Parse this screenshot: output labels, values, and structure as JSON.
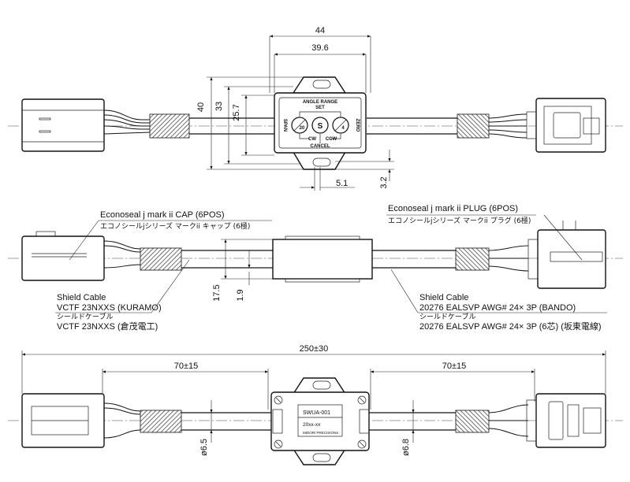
{
  "view1": {
    "dims": {
      "width_overall": "44",
      "width_inner": "39.6",
      "height_overall": "40",
      "height_mid": "33",
      "height_inner": "25.7",
      "hole_offset": "5.1",
      "flange": "3.2"
    },
    "panel": {
      "title_line1": "ANGLE RANGE",
      "title_line2": "SET",
      "left": "SPAN",
      "right": "ZERO",
      "dial_left": "20",
      "dial_center": "S",
      "dial_right": "4",
      "cw": "CW",
      "ccw": "CCW",
      "cancel": "CANCEL"
    }
  },
  "view2": {
    "cap_label": "Econoseal j mark ii CAP (6POS)",
    "cap_label_jp": "エコノシールjシリーズ マークii キャップ (6極)",
    "plug_label": "Econoseal j mark ii PLUG (6POS)",
    "plug_label_jp": "エコノシールjシリーズ マークii プラグ (6極)",
    "shield_left_1": "Shield Cable",
    "shield_left_2": "VCTF 23NXXS (KURAMO)",
    "shield_left_3": "シールドケーブル",
    "shield_left_4": "VCTF 23NXXS (倉茂電工)",
    "shield_right_1": "Shield Cable",
    "shield_right_2": "20276 EALSVP AWG# 24× 3P (BANDO)",
    "shield_right_3": "シールドケーブル",
    "shield_right_4": "20276 EALSVP AWG# 24× 3P (6芯) (坂東電線)",
    "dim_body": "17.5",
    "dim_cable": "1.9"
  },
  "view3": {
    "overall": "250±30",
    "left_len": "70±15",
    "right_len": "70±15",
    "dia_left": "ø6.5",
    "dia_right": "ø6.8",
    "label_line1": "SWUA-001",
    "label_line2": "20xx-xx",
    "label_line3": "MIDORI PRECISIONS"
  }
}
